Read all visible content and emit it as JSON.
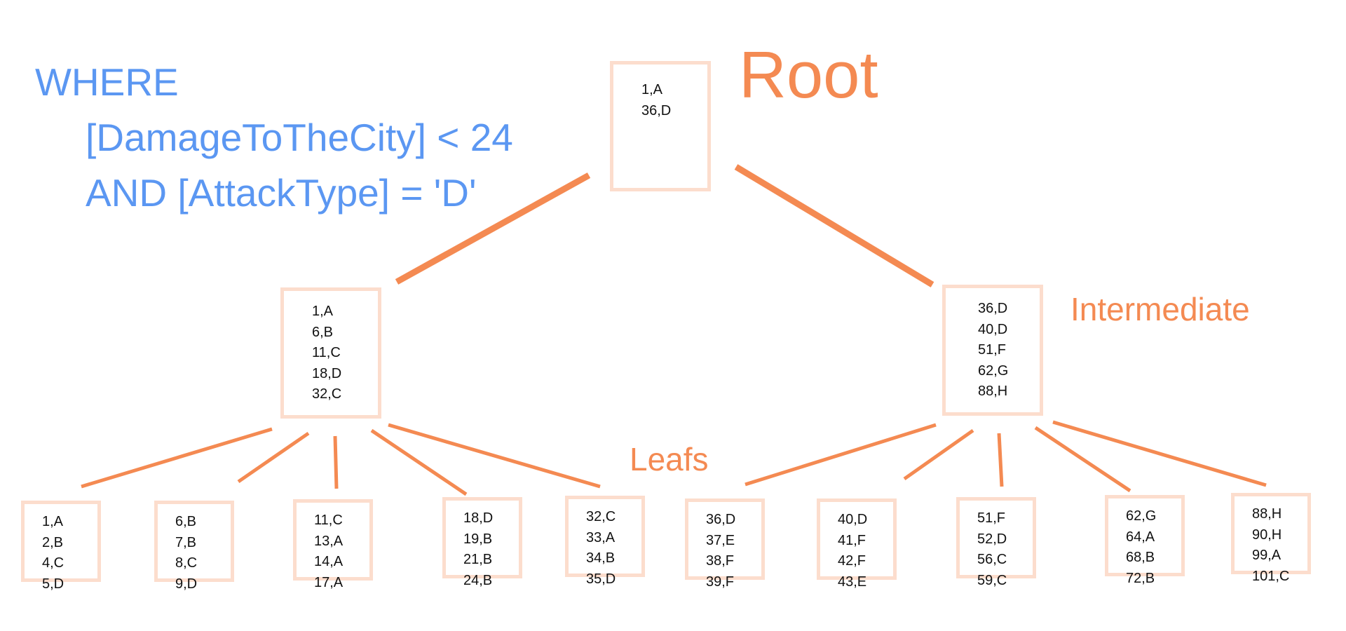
{
  "query": {
    "lines": [
      "WHERE",
      "[DamageToTheCity] < 24",
      "AND [AttackType] = 'D'"
    ]
  },
  "labels": {
    "root": "Root",
    "intermediate": "Intermediate",
    "leafs": "Leafs"
  },
  "tree": {
    "root": {
      "entries": [
        "1,A",
        "36,D"
      ]
    },
    "intermediate": [
      {
        "entries": [
          "1,A",
          "6,B",
          "11,C",
          "18,D",
          "32,C"
        ]
      },
      {
        "entries": [
          "36,D",
          "40,D",
          "51,F",
          "62,G",
          "88,H"
        ]
      }
    ],
    "leaves": [
      {
        "entries": [
          "1,A",
          "2,B",
          "4,C",
          "5,D"
        ]
      },
      {
        "entries": [
          "6,B",
          "7,B",
          "8,C",
          "9,D"
        ]
      },
      {
        "entries": [
          "11,C",
          "13,A",
          "14,A",
          "17,A"
        ]
      },
      {
        "entries": [
          "18,D",
          "19,B",
          "21,B",
          "24,B"
        ]
      },
      {
        "entries": [
          "32,C",
          "33,A",
          "34,B",
          "35,D"
        ]
      },
      {
        "entries": [
          "36,D",
          "37,E",
          "38,F",
          "39,F"
        ]
      },
      {
        "entries": [
          "40,D",
          "41,F",
          "42,F",
          "43,E"
        ]
      },
      {
        "entries": [
          "51,F",
          "52,D",
          "56,C",
          "59,C"
        ]
      },
      {
        "entries": [
          "62,G",
          "64,A",
          "68,B",
          "72,B"
        ]
      },
      {
        "entries": [
          "88,H",
          "90,H",
          "99,A",
          "101,C"
        ]
      }
    ]
  },
  "colors": {
    "query": "#5b97f2",
    "accent": "#f48a52",
    "node_border": "#fcddcd",
    "node_text": "#111111"
  }
}
